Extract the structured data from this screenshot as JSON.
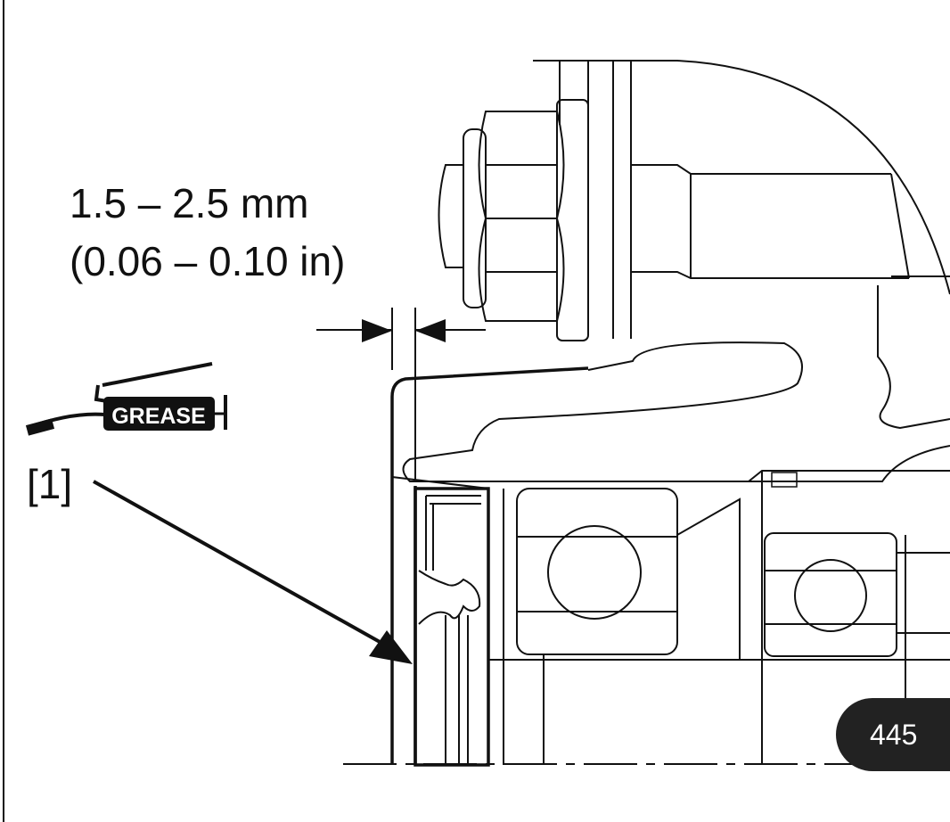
{
  "dimension": {
    "line1": "1.5 – 2.5 mm",
    "line2": "(0.06 – 0.10 in)"
  },
  "grease_symbol": {
    "label": "GREASE",
    "icon": "grease-gun-icon"
  },
  "callout": {
    "label": "[1]"
  },
  "page_badge": {
    "number": "445"
  },
  "colors": {
    "line": "#111111",
    "badge_bg": "#222222",
    "badge_text": "#ffffff"
  }
}
